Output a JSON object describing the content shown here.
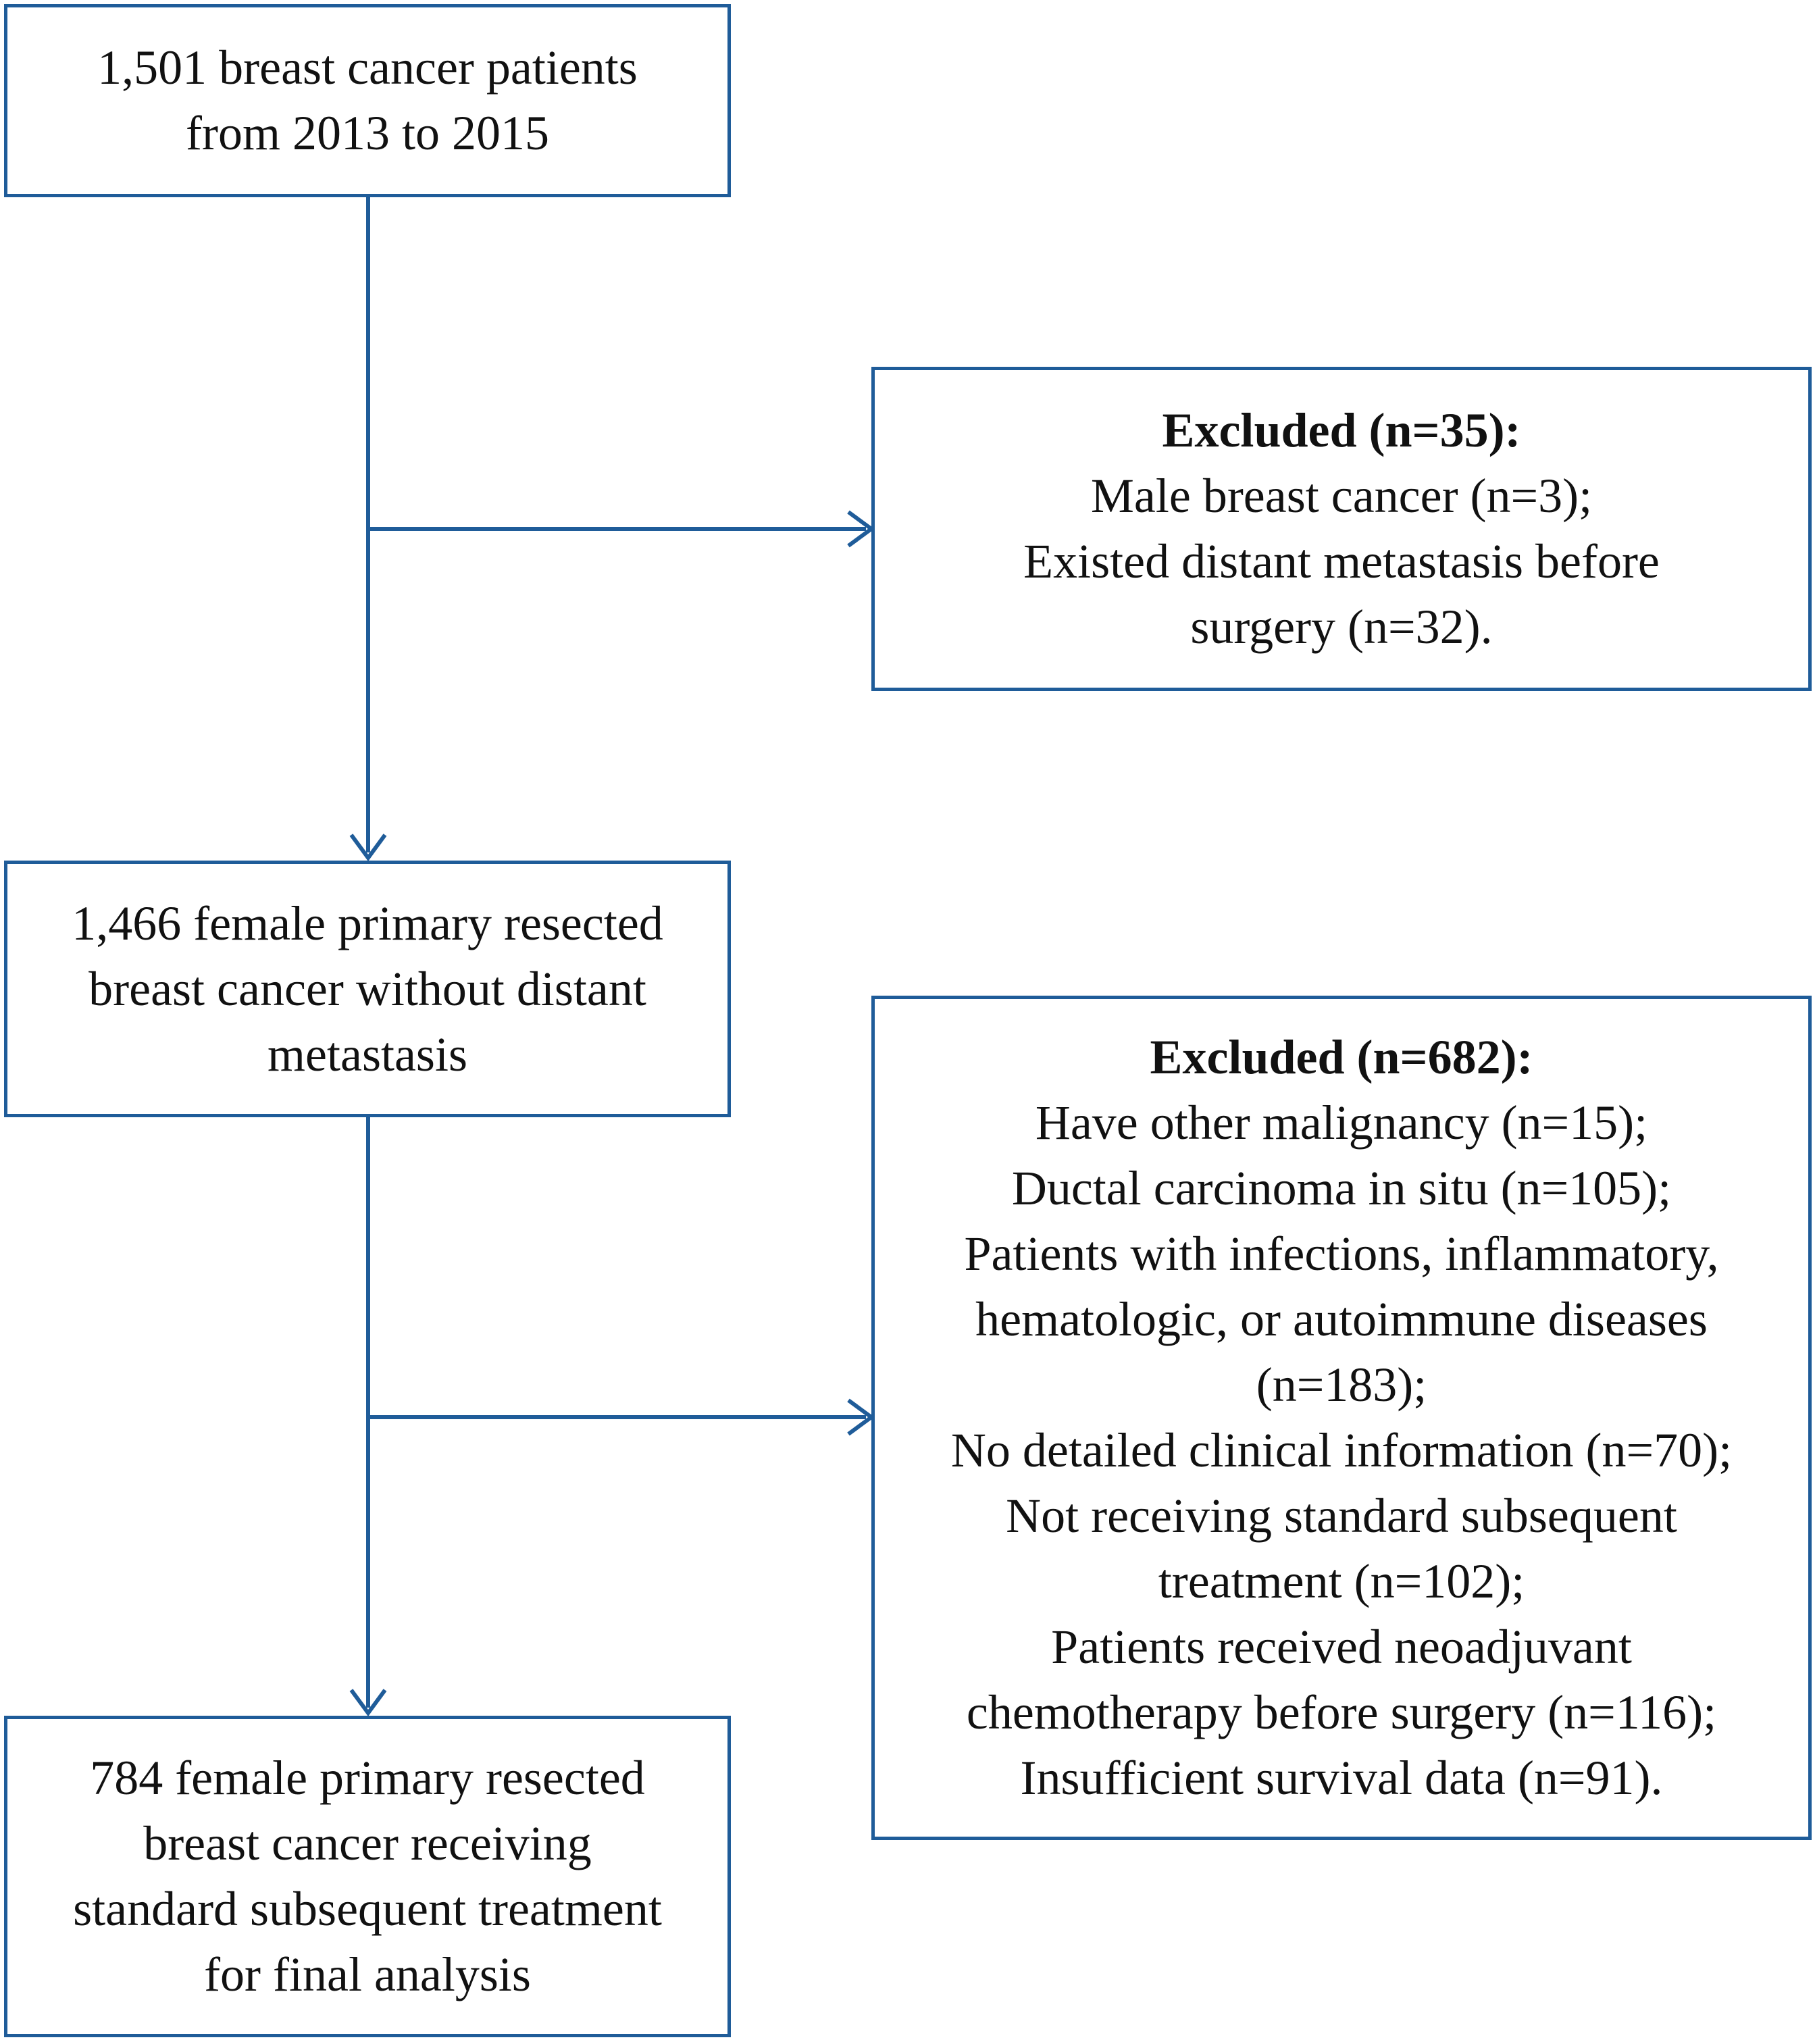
{
  "colors": {
    "stroke": "#1f5c99",
    "text": "#111111",
    "background": "#ffffff"
  },
  "boxes": {
    "initial": {
      "lines": [
        "1,501 breast cancer patients",
        "from 2013 to 2015"
      ]
    },
    "excluded_1": {
      "title": "Excluded (n=35):",
      "lines": [
        "Male breast cancer (n=3);",
        "Existed distant metastasis before",
        "surgery (n=32)."
      ]
    },
    "intermediate": {
      "lines": [
        "1,466 female primary resected",
        "breast cancer without distant",
        "metastasis"
      ]
    },
    "excluded_2": {
      "title": "Excluded (n=682):",
      "lines": [
        "Have other malignancy (n=15);",
        "Ductal carcinoma in situ (n=105);",
        "Patients with infections, inflammatory,",
        "hematologic, or autoimmune diseases",
        "(n=183);",
        "No detailed clinical information (n=70);",
        "Not receiving standard subsequent",
        "treatment (n=102);",
        "Patients received neoadjuvant",
        "chemotherapy before surgery (n=116);",
        "Insufficient survival data (n=91)."
      ]
    },
    "final": {
      "lines": [
        "784 female primary resected",
        "breast cancer receiving",
        "standard subsequent treatment",
        "for final analysis"
      ]
    }
  }
}
